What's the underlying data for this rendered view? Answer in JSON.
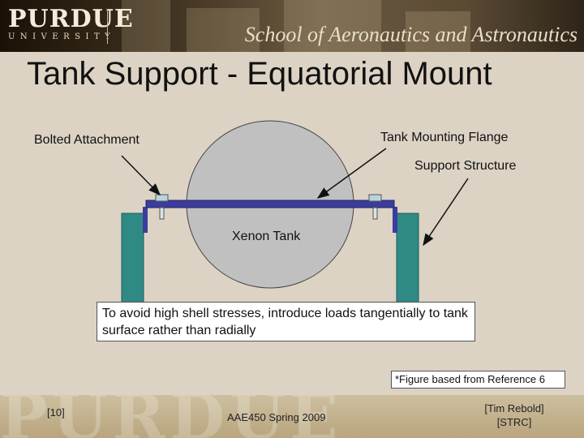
{
  "header": {
    "logo_name": "PURDUE",
    "logo_university": "UNIVERSITY",
    "school": "School of Aeronautics and Astronautics"
  },
  "slide": {
    "title": "Tank Support - Equatorial Mount"
  },
  "diagram": {
    "labels": {
      "bolted_attachment": "Bolted Attachment",
      "mounting_flange": "Tank Mounting Flange",
      "support_structure": "Support Structure",
      "tank": "Xenon Tank"
    },
    "colors": {
      "tank_fill": "#c0c0c0",
      "flange": "#3c3c9c",
      "support": "#2f8a86",
      "bolt": "#b8d4dc"
    }
  },
  "note": "To avoid high shell stresses, introduce loads tangentially to tank surface rather than radially",
  "reference_note": "*Figure based from Reference 6",
  "footer": {
    "left": "[10]",
    "center": "AAE450 Spring 2009",
    "right_line1": "[Tim Rebold]",
    "right_line2": "[STRC]",
    "watermark": "PURDUE"
  }
}
